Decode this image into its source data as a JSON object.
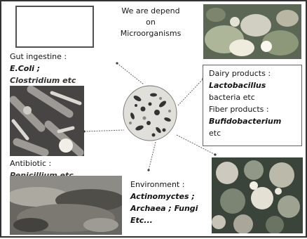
{
  "title": {
    "line1": "We are depend",
    "line2": "on",
    "line3": "Microorganisms"
  },
  "gut": {
    "line1": "Gut ingestine :",
    "line2": "E.Coli ;",
    "line3": "Clostridium etc"
  },
  "dairy": {
    "line1": "Dairy products :",
    "line2": "Lactobacillus",
    "line3": "bacteria etc",
    "line4": "Fiber products :",
    "line5": "Bufidobacterium",
    "line6": "etc"
  },
  "antibiotic": {
    "line1": "Antibiotic :",
    "line2": "Penicillium etc"
  },
  "environment": {
    "line1": "Environment :",
    "line2": "Actinomyctes ;",
    "line3": "Archaea ; Fungi",
    "line4": "Etc..."
  }
}
